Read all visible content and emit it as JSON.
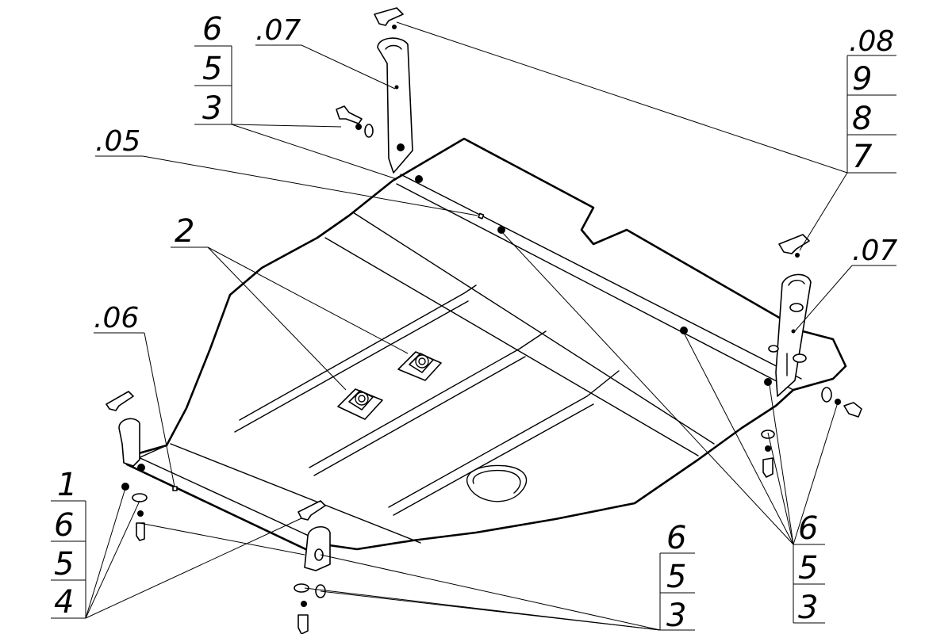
{
  "callouts": {
    "top_left_stack": [
      "6",
      "5",
      "3"
    ],
    "top_bracket": ".07",
    "top_right_stack": [
      ".08",
      "9",
      "8",
      "7"
    ],
    "mid_left": ".05",
    "right_bracket": ".07",
    "center_left": "2",
    "lower_left": ".06",
    "bottom_left_stack": [
      "1",
      "6",
      "5",
      "4"
    ],
    "bottom_center_stack": [
      "6",
      "5",
      "3"
    ],
    "bottom_right_stack": [
      "6",
      "5",
      "3"
    ]
  }
}
